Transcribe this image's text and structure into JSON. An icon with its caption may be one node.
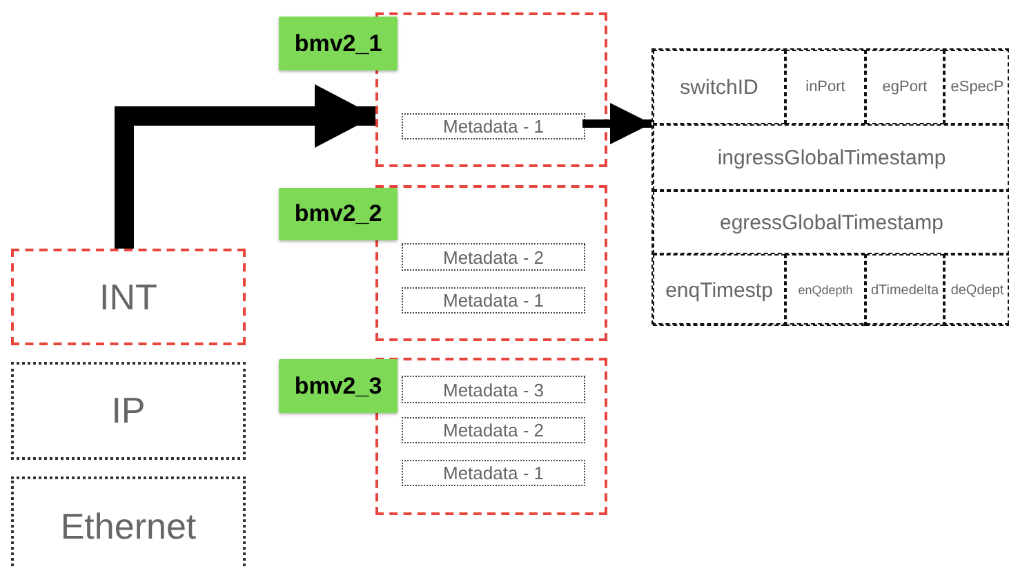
{
  "diagram": {
    "nodes": [
      {
        "text": [
          "INT"
        ]
      },
      {
        "text": [
          "IP"
        ]
      },
      {
        "text": [
          "Ethernet"
        ]
      },
      {
        "text": [],
        "shape": "box"
      },
      {
        "text": [
          "bmv2_1"
        ]
      },
      {
        "text": [
          "Metadata - 1"
        ],
        "in": 3
      },
      {
        "text": [],
        "shape": "box"
      },
      {
        "text": [
          "bmv2_2"
        ]
      },
      {
        "text": [
          "Metadata - 2"
        ],
        "in": 6
      },
      {
        "text": [
          "Metadata - 1"
        ],
        "in": 6
      },
      {
        "text": [],
        "shape": "box"
      },
      {
        "text": [
          "bmv2_3"
        ]
      },
      {
        "text": [
          "Metadata - 3"
        ],
        "in": 10
      },
      {
        "text": [
          "Metadata - 2"
        ],
        "in": 10
      },
      {
        "text": [
          "Metadata - 1"
        ],
        "in": 10
      },
      {
        "text": [],
        "shape": "box"
      },
      {
        "text": [
          "switchID"
        ],
        "in": 15
      },
      {
        "text": [
          "inPort"
        ],
        "in": 15
      },
      {
        "text": [
          "egPort"
        ],
        "in": 15
      },
      {
        "text": [
          "eSpecP"
        ],
        "in": 15
      },
      {
        "text": [
          "ingressGlobalTimestamp"
        ],
        "in": 15
      },
      {
        "text": [
          "egressGlobalTimestamp"
        ],
        "in": 15
      },
      {
        "text": [
          "enqTimestp"
        ],
        "in": 15
      },
      {
        "text": [
          "enQdepth"
        ],
        "in": 15
      },
      {
        "text": [
          "dTimedelta"
        ],
        "in": 15
      },
      {
        "text": [
          "deQdept"
        ],
        "in": 15
      }
    ],
    "edges": [
      {
        "from": 0,
        "to": 3,
        "arrow": "to",
        "style": "thick"
      },
      {
        "from": 5,
        "to": 15,
        "arrow": "to"
      }
    ]
  }
}
